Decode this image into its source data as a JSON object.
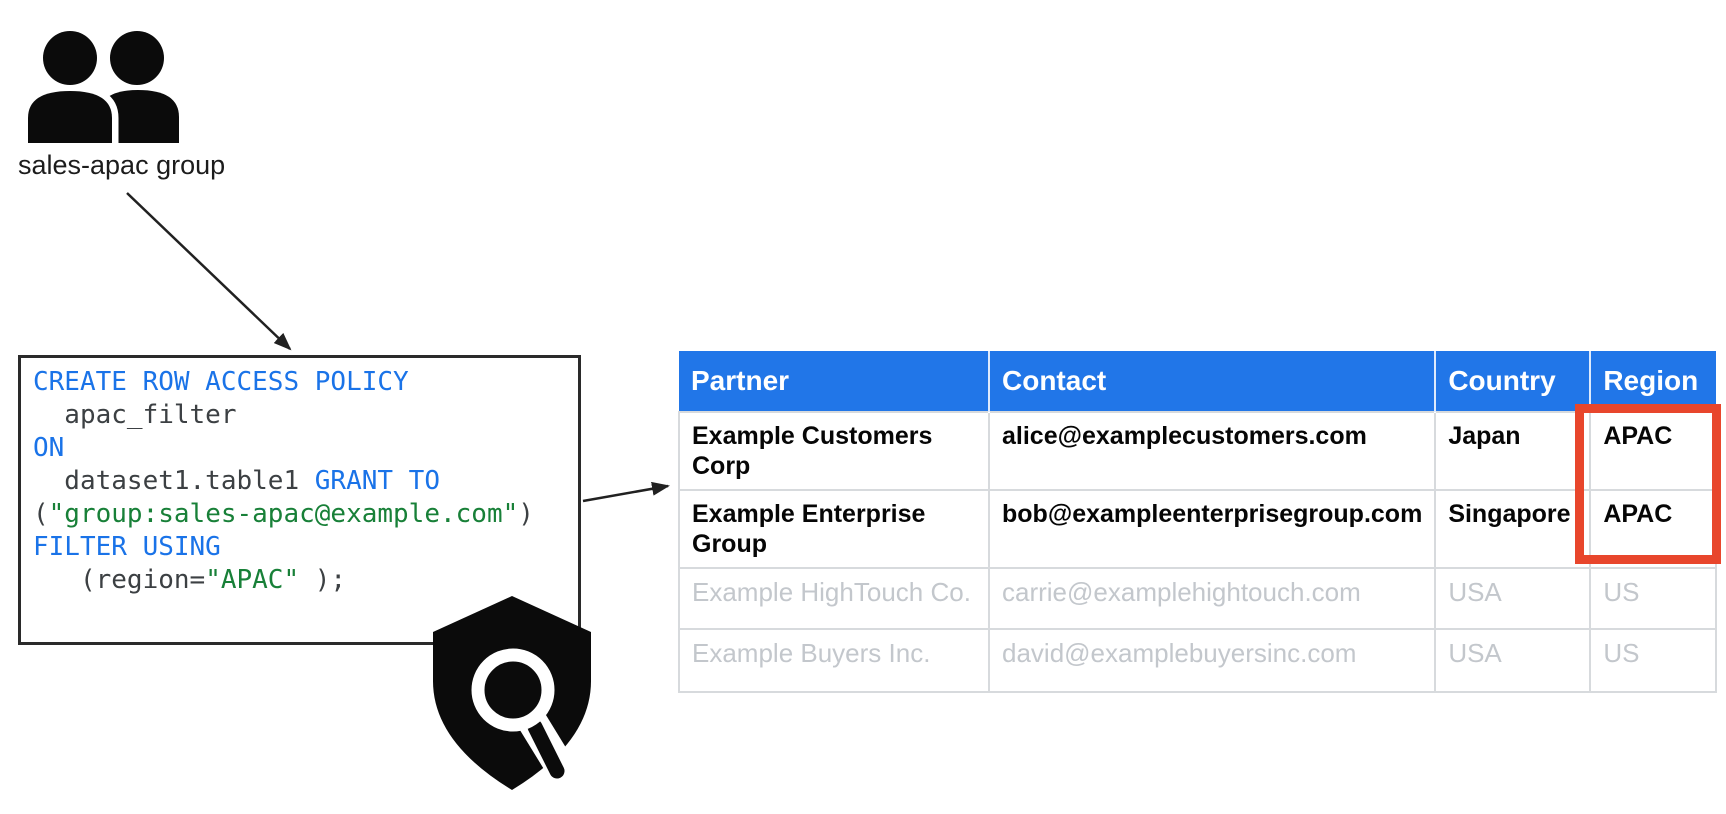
{
  "colors": {
    "header-blue": "#2176e8",
    "code-blue": "#1a73e8",
    "code-green": "#188038",
    "code-ink": "#3c4043",
    "muted-gray": "#c3c7cc",
    "highlight-red": "#e8462c",
    "grid-line": "#d7dadd"
  },
  "group": {
    "icon": "users-group-icon",
    "label": "sales-apac group"
  },
  "policy_code": {
    "lines": [
      {
        "segments": [
          {
            "t": "CREATE ROW ACCESS POLICY",
            "c": "kw"
          }
        ]
      },
      {
        "segments": [
          {
            "t": "  apac_filter",
            "c": "id"
          }
        ]
      },
      {
        "segments": [
          {
            "t": "ON",
            "c": "kw"
          }
        ]
      },
      {
        "segments": [
          {
            "t": "  dataset1.table1 ",
            "c": "id"
          },
          {
            "t": "GRANT TO",
            "c": "kw"
          }
        ]
      },
      {
        "segments": [
          {
            "t": "(",
            "c": "id"
          },
          {
            "t": "\"group:sales-apac@example.com\"",
            "c": "str"
          },
          {
            "t": ")",
            "c": "id"
          }
        ]
      },
      {
        "segments": [
          {
            "t": "FILTER USING",
            "c": "kw"
          }
        ]
      },
      {
        "segments": [
          {
            "t": "   (region=",
            "c": "id"
          },
          {
            "t": "\"APAC\"",
            "c": "str"
          },
          {
            "t": " );",
            "c": "id"
          }
        ]
      }
    ]
  },
  "shield": {
    "icon": "shield-search-icon"
  },
  "table": {
    "columns": [
      "Partner",
      "Contact",
      "Country",
      "Region"
    ],
    "rows": [
      {
        "cells": [
          "Example Customers Corp",
          "alice@examplecustomers.com",
          "Japan",
          "APAC"
        ],
        "muted": false
      },
      {
        "cells": [
          "Example Enterprise Group",
          "bob@exampleenterprisegroup.com",
          "Singapore",
          "APAC"
        ],
        "muted": false
      },
      {
        "cells": [
          "Example HighTouch Co.",
          "carrie@examplehightouch.com",
          "USA",
          "US"
        ],
        "muted": true
      },
      {
        "cells": [
          "Example Buyers Inc.",
          "david@examplebuyersinc.com",
          "USA",
          "US"
        ],
        "muted": true
      }
    ],
    "highlight": {
      "column": "Region",
      "rows": [
        0,
        1
      ]
    }
  }
}
